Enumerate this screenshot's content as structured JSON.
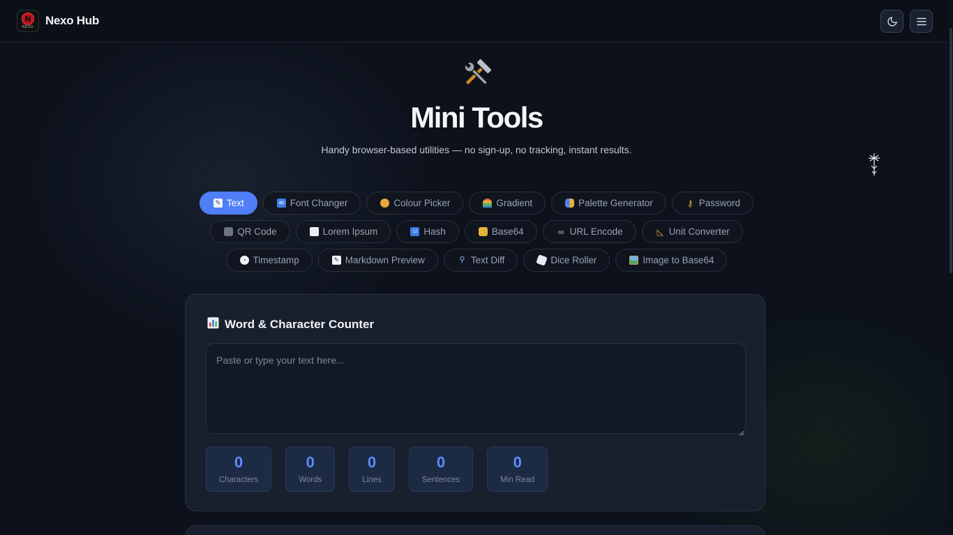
{
  "header": {
    "brand": "Nexo Hub",
    "logo_text": "NEXO",
    "theme_icon": "moon-icon",
    "menu_icon": "hamburger-menu-icon"
  },
  "hero": {
    "icon": "hammer-and-wrench-icon",
    "title": "Mini Tools",
    "subtitle": "Handy browser-based utilities — no sign-up, no tracking, instant results."
  },
  "tabs": [
    {
      "label": "Text",
      "icon": "memo-icon",
      "active": true
    },
    {
      "label": "Font Changer",
      "icon": "abcd-icon"
    },
    {
      "label": "Colour Picker",
      "icon": "palette-icon"
    },
    {
      "label": "Gradient",
      "icon": "rainbow-icon"
    },
    {
      "label": "Palette Generator",
      "icon": "masks-icon"
    },
    {
      "label": "Password",
      "icon": "key-icon"
    },
    {
      "label": "QR Code",
      "icon": "camera-icon"
    },
    {
      "label": "Lorem Ipsum",
      "icon": "page-icon"
    },
    {
      "label": "Hash",
      "icon": "numbers-icon"
    },
    {
      "label": "Base64",
      "icon": "lock-key-icon"
    },
    {
      "label": "URL Encode",
      "icon": "link-icon"
    },
    {
      "label": "Unit Converter",
      "icon": "triangle-ruler-icon"
    },
    {
      "label": "Timestamp",
      "icon": "clock-icon"
    },
    {
      "label": "Markdown Preview",
      "icon": "memo-icon"
    },
    {
      "label": "Text Diff",
      "icon": "magnifier-icon"
    },
    {
      "label": "Dice Roller",
      "icon": "dice-icon"
    },
    {
      "label": "Image to Base64",
      "icon": "picture-icon"
    }
  ],
  "counter": {
    "title": "Word & Character Counter",
    "title_icon": "bar-chart-icon",
    "placeholder": "Paste or type your text here...",
    "value": "",
    "stats": [
      {
        "value": "0",
        "label": "Characters"
      },
      {
        "value": "0",
        "label": "Words"
      },
      {
        "value": "0",
        "label": "Lines"
      },
      {
        "value": "0",
        "label": "Sentences"
      },
      {
        "value": "0",
        "label": "Min Read"
      }
    ]
  },
  "colors": {
    "accent": "#4f7ef6",
    "stat_value": "#5b8cff",
    "background": "#0c111b",
    "card": "#181f2d"
  }
}
